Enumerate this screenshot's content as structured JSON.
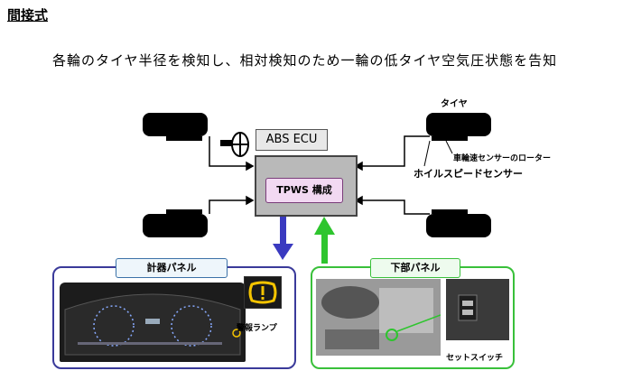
{
  "heading": "間接式",
  "subtitle": "各輪のタイヤ半径を検知し、相対検知のため一輪の低タイヤ空気圧状態を告知",
  "ecu": {
    "abs_label": "ABS ECU",
    "tpws_label": "TPWS 構成"
  },
  "labels": {
    "tire": "タイヤ",
    "rotor": "車輪速センサーのローター",
    "wheel_speed_sensor": "ホイルスピードセンサー",
    "warning_lamp": "警報ランプ",
    "set_switch": "セットスイッチ"
  },
  "panels": {
    "meter": "計器パネル",
    "lower": "下部パネル"
  },
  "colors": {
    "blue_arrow": "#3a3ac0",
    "green_arrow": "#2ec52e",
    "warning_yellow": "#f5c400"
  }
}
